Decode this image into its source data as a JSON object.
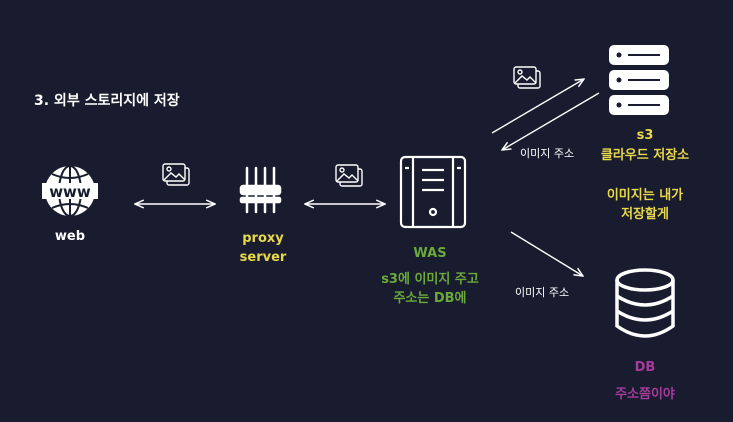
{
  "title": "3. 외부 스토리지에 저장",
  "nodes": {
    "web": {
      "label": "web",
      "icon": "www-globe-icon"
    },
    "proxy": {
      "line1": "proxy",
      "line2": "server",
      "icon": "proxy-server-icon"
    },
    "was": {
      "label": "WAS",
      "note_line1": "s3에 이미지 주고",
      "note_line2": "주소는 DB에",
      "icon": "server-tower-icon"
    },
    "s3": {
      "line1": "s3",
      "line2": "클라우드 저장소",
      "note_line1": "이미지는 내가",
      "note_line2": "저장할게",
      "icon": "storage-stack-icon"
    },
    "db": {
      "label": "DB",
      "note": "주소쯤이야",
      "icon": "database-icon"
    }
  },
  "edges": {
    "s3_return_label": "이미지 주소",
    "db_label": "이미지 주소"
  },
  "colors": {
    "background": "#181c2e",
    "yellow": "#e9d84a",
    "green": "#6aa93a",
    "purple": "#a73b9c",
    "white": "#ffffff"
  }
}
